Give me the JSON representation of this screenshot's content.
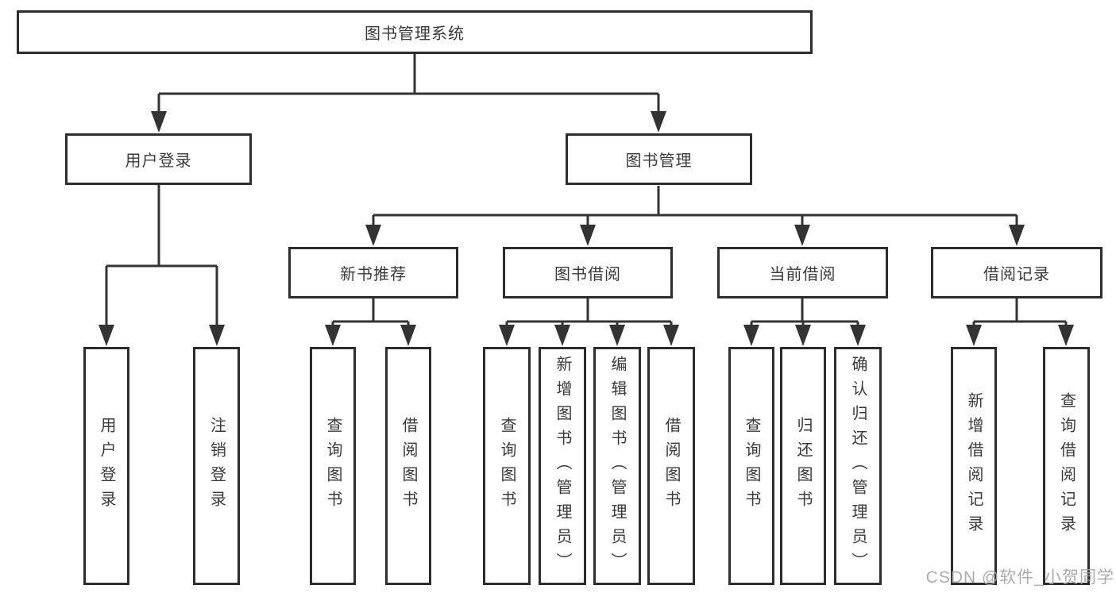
{
  "diagram": {
    "title": "图书管理系统",
    "type": "hierarchy-tree",
    "colors": {
      "background": "#ffffff",
      "line": "#333333",
      "box_border": "#2d2d2d",
      "text": "#3a3a3a",
      "watermark": "#a8a8a8"
    },
    "nodes": {
      "root": {
        "label": "图书管理系统"
      },
      "level2": [
        {
          "label": "用户登录"
        },
        {
          "label": "图书管理"
        }
      ],
      "level3": [
        {
          "label": "新书推荐"
        },
        {
          "label": "图书借阅"
        },
        {
          "label": "当前借阅"
        },
        {
          "label": "借阅记录"
        }
      ],
      "leaves": [
        {
          "label": "用户登录"
        },
        {
          "label": "注销登录"
        },
        {
          "label": "查询图书"
        },
        {
          "label": "借阅图书"
        },
        {
          "label": "查询图书"
        },
        {
          "label": "新增图书（管理员）"
        },
        {
          "label": "编辑图书（管理员）"
        },
        {
          "label": "借阅图书"
        },
        {
          "label": "查询图书"
        },
        {
          "label": "归还图书"
        },
        {
          "label": "确认归还（管理员）"
        },
        {
          "label": "新增借阅记录"
        },
        {
          "label": "查询借阅记录"
        }
      ]
    },
    "watermark": "CSDN @软件_小贺同学"
  }
}
